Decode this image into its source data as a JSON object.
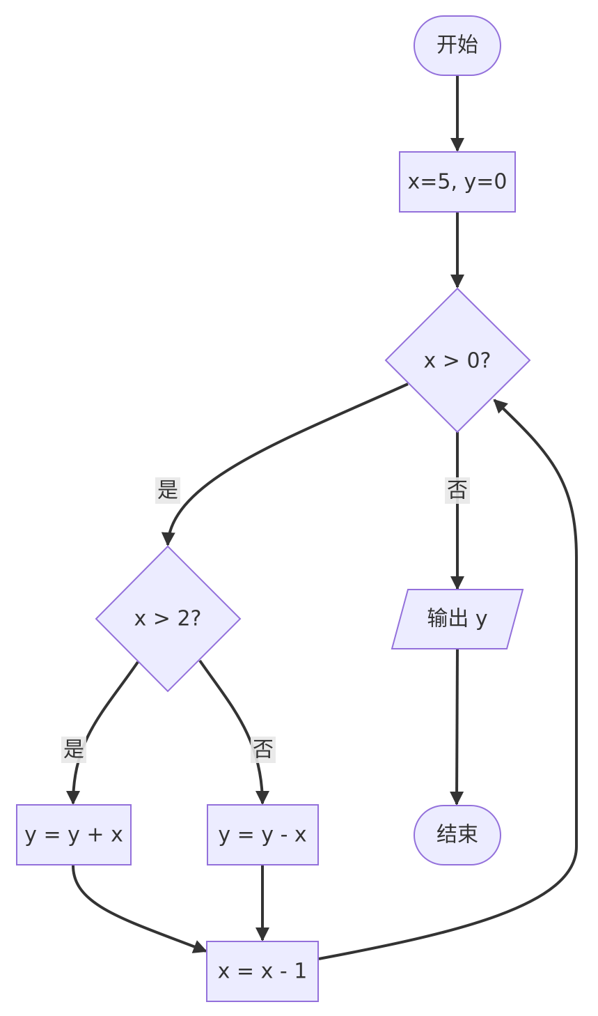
{
  "diagram": {
    "nodes": {
      "start": {
        "label": "开始"
      },
      "init": {
        "label": "x=5, y=0"
      },
      "check_x_gt_0": {
        "label": "x > 0?"
      },
      "check_x_gt_2": {
        "label": "x > 2?"
      },
      "y_plus_x": {
        "label": "y = y + x"
      },
      "y_minus_x": {
        "label": "y = y - x"
      },
      "x_minus_1": {
        "label": "x = x - 1"
      },
      "output_y": {
        "label": "输出 y"
      },
      "end": {
        "label": "结束"
      }
    },
    "edges": {
      "x_gt_0_yes": {
        "label": "是"
      },
      "x_gt_0_no": {
        "label": "否"
      },
      "x_gt_2_yes": {
        "label": "是"
      },
      "x_gt_2_no": {
        "label": "否"
      }
    },
    "colors": {
      "node_fill": "#ececff",
      "node_stroke": "#9370db",
      "edge": "#333333",
      "edge_label_bg": "#e8e8e8",
      "text": "#333333"
    }
  }
}
